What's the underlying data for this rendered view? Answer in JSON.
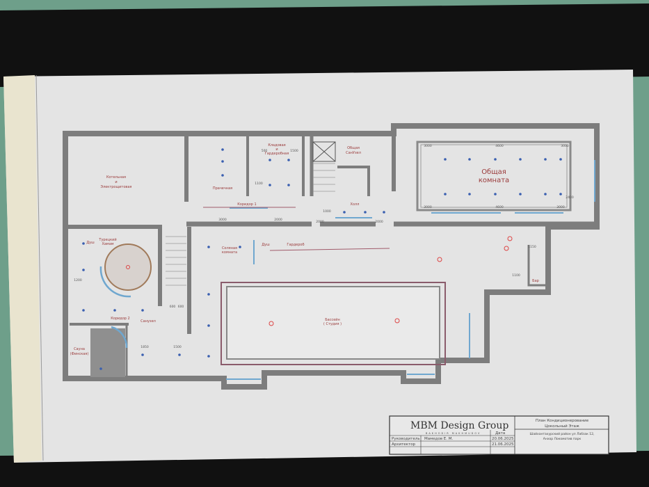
{
  "plan": {
    "rooms": {
      "boiler": [
        "Котельная",
        "и",
        "Электрощитовая"
      ],
      "laundry": "Прачечная",
      "storage": [
        "Кладовая",
        "и",
        "Гардеробная"
      ],
      "wc": [
        "Общая",
        "СанУзел"
      ],
      "corridor1": "Коридор 1",
      "hall": "Холл",
      "common_room": [
        "Общая",
        "комната"
      ],
      "hammam": [
        "Турецкий",
        "Хамам"
      ],
      "shower1": "Душ",
      "salt_room": [
        "Соляная",
        "комната"
      ],
      "shower2": "Душ",
      "wardrobe": "Гардероб",
      "pool": [
        "Бассейн",
        "( Студия )"
      ],
      "corridor2": "Коридор 2",
      "bathroom": "Санузел",
      "sauna": [
        "Сауна",
        "(Финская)"
      ],
      "bar": "Бар"
    },
    "dimensions": {
      "common_top": [
        "3000",
        "4600",
        "3000"
      ],
      "common_bottom": [
        "3000",
        "4600",
        "3000"
      ],
      "common_side": "2400",
      "corridor1": [
        "3000",
        "2000"
      ],
      "storage": [
        "500",
        "1500",
        "1100"
      ],
      "hall": [
        "2000",
        "2000",
        "1000"
      ],
      "corridor2": [
        "1850",
        "1500",
        "600",
        "600",
        "1200"
      ],
      "bar": [
        "1100",
        "1150"
      ]
    },
    "colors": {
      "wall": "#7d7d7d",
      "paper": "#e4e4e4",
      "label": "#9a3a3a",
      "ac_unit": "#3a5fb0",
      "glass": "#6fa7cf",
      "tape": "#111111",
      "wall_background": "#6e9f8a"
    }
  },
  "title_block": {
    "company": "MBM Design Group",
    "company_sub": "BAKHODIR MAKHMUDOV",
    "rows": [
      {
        "role": "Руководитель",
        "name": "Мамедов Е. М.",
        "date": "20.06.2025"
      },
      {
        "role": "Архитектор",
        "name": "",
        "date": "21.06.2025"
      }
    ],
    "date_header": "Дата",
    "sheet_title": [
      "План Кондиционерование",
      "Цокольный Этаж"
    ],
    "address": [
      "Шайхантахурский район ул Лабзак 12,",
      "Анхор Локомотив парк"
    ]
  }
}
